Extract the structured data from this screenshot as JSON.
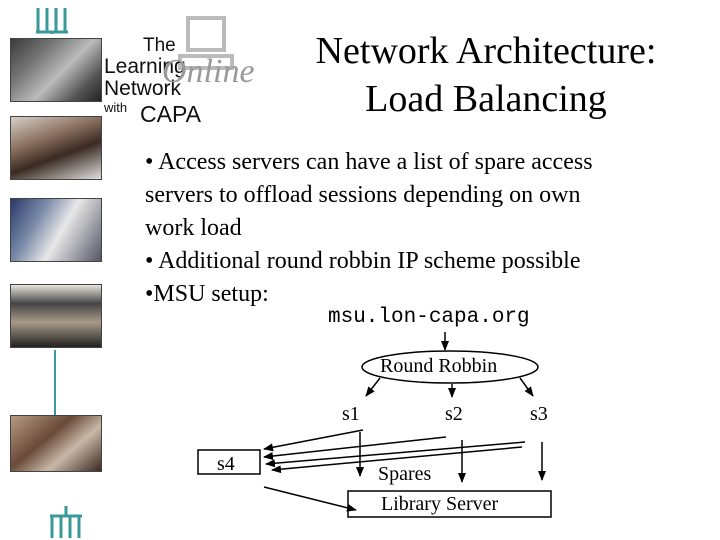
{
  "logo": {
    "line1": "The",
    "line2": "Learning",
    "line3": "Network",
    "line4": "with",
    "line5": "CAPA",
    "online": "Online"
  },
  "title": {
    "line1": "Network Architecture:",
    "line2": "Load Balancing"
  },
  "bullets": [
    "• Access servers can have a list of spare access",
    "servers to offload sessions depending on own",
    "work load",
    "• Additional round robbin IP scheme possible",
    "•MSU setup:"
  ],
  "msu_host": "msu.lon-capa.org",
  "diagram": {
    "round_robbin": "Round Robbin",
    "s1": "s1",
    "s2": "s2",
    "s3": "s3",
    "s4": "s4",
    "spares": "Spares",
    "library_server": "Library Server"
  }
}
